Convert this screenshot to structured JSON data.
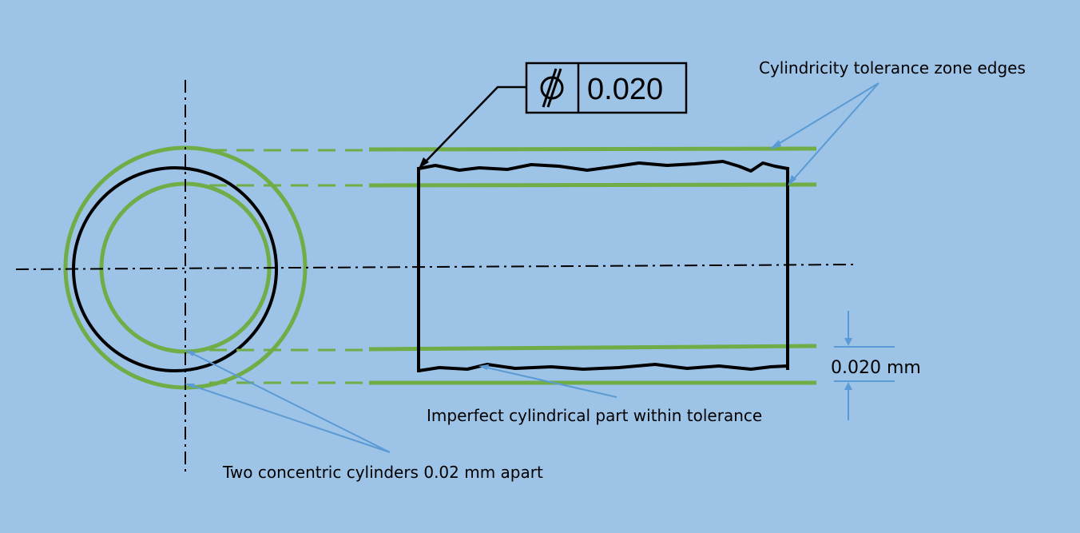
{
  "diagram": {
    "title": "Cylindricity tolerance",
    "feature_control_frame": {
      "symbol": "cylindricity-symbol",
      "tolerance": "0.020"
    },
    "dimension": {
      "label": "0.020 mm",
      "value_mm": 0.02
    },
    "callouts": {
      "zone_edges": "Cylindricity tolerance zone edges",
      "imperfect_part": "Imperfect cylindrical part within tolerance",
      "concentric": "Two concentric cylinders 0.02 mm apart"
    },
    "colors": {
      "background": "#9dc3e6",
      "tolerance_zone": "#70ad47",
      "part_outline": "#000000",
      "leader": "#5b9bd5"
    }
  }
}
